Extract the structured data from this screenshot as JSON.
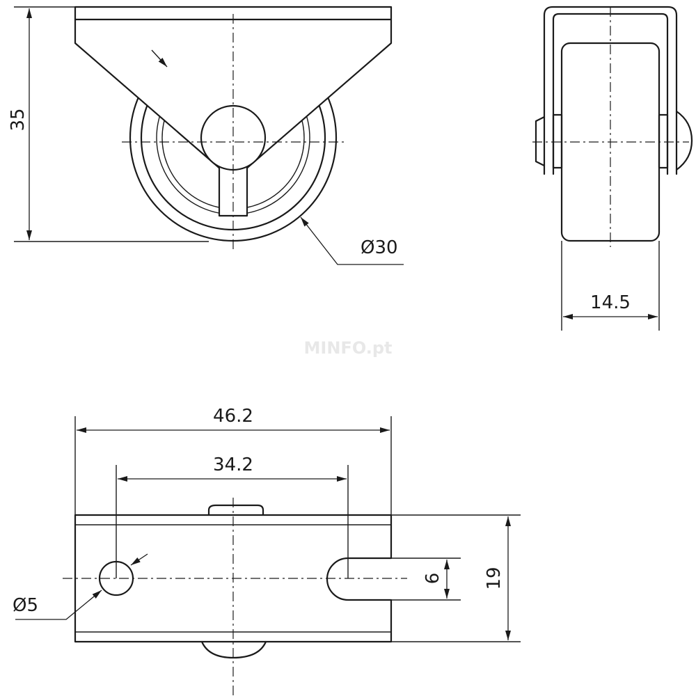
{
  "dimensions": {
    "height_front": "35",
    "wheel_diameter": "Ø30",
    "wheel_width": "14.5",
    "plate_length": "46.2",
    "hole_spacing": "34.2",
    "hole_diameter": "Ø5",
    "slot_width": "6",
    "plate_width": "19"
  },
  "watermark": "MINFO.pt"
}
